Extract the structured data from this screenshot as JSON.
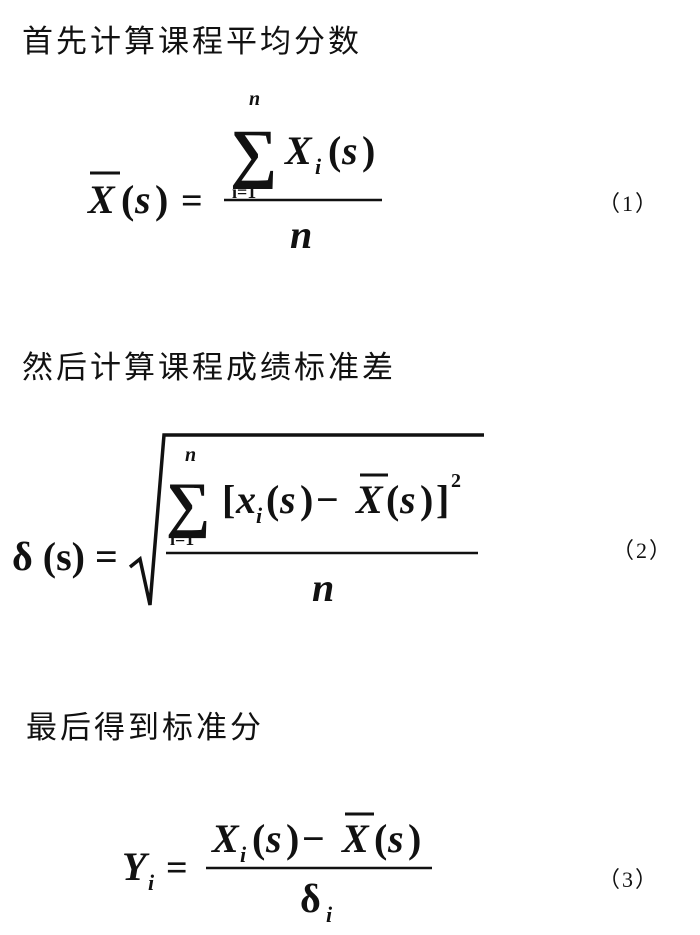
{
  "sections": [
    {
      "heading": "首先计算课程平均分数",
      "equation_number": "（1）"
    },
    {
      "heading": "然后计算课程成绩标准差",
      "equation_number": "（2）"
    },
    {
      "heading": "最后得到标准分",
      "equation_number": "（3）"
    }
  ],
  "formulas": {
    "eq1": {
      "lhs": "X(s) =",
      "numerator": "X",
      "numerator_sub": "i",
      "numerator_arg": "(s)",
      "sum_upper": "n",
      "sum_lower": "i=1",
      "denominator": "n"
    },
    "eq2": {
      "lhs": "δ (s) =",
      "sum_upper": "n",
      "sum_lower": "i=1",
      "term_var": "x",
      "term_sub": "i",
      "term_arg": "(s)",
      "term_minus": "−",
      "term_mean": "X",
      "term_mean_arg": "(s)",
      "exponent": "2",
      "denominator": "n"
    },
    "eq3": {
      "lhs_var": "Y",
      "lhs_sub": "i",
      "equals": "=",
      "num_var": "X",
      "num_sub": "i",
      "num_arg": "(s)",
      "num_minus": "−",
      "num_mean": "X",
      "num_mean_arg": "(s)",
      "den_var": "δ",
      "den_sub": "i"
    }
  }
}
